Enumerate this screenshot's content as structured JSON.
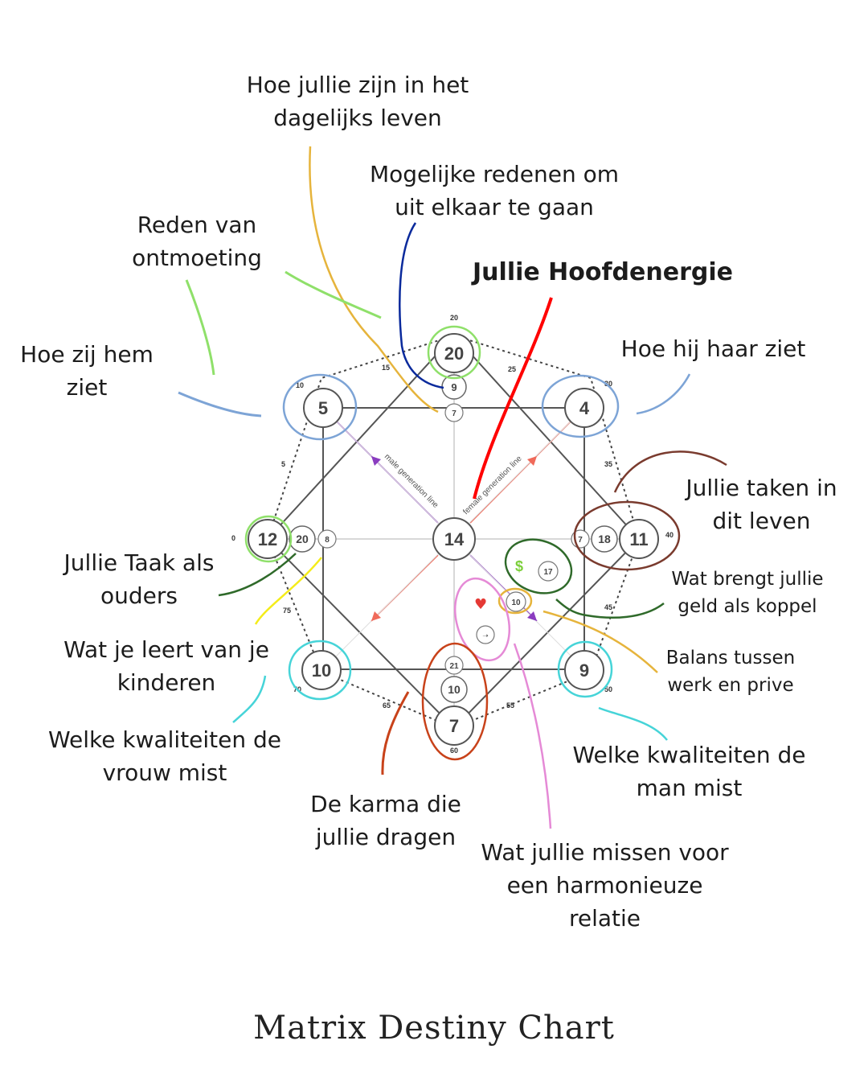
{
  "labels": {
    "daily_life": "Hoe jullie zijn in het\ndagelijks leven",
    "reasons_apart": "Mogelijke redenen om\nuit elkaar te gaan",
    "reason_meeting": "Reden van\nontmoeting",
    "main_energy": "Jullie Hoofdenergie",
    "she_sees_him": "Hoe zij hem\nziet",
    "he_sees_her": "Hoe hij haar ziet",
    "life_tasks": "Jullie taken in\ndit leven",
    "money": "Wat brengt jullie\ngeld als koppel",
    "parent_task": "Jullie Taak als\nouders",
    "learn_children": "Wat je leert van je\nkinderen",
    "balance": "Balans tussen\nwerk en prive",
    "woman_lacks": "Welke kwaliteiten de\nvrouw mist",
    "man_lacks": "Welke kwaliteiten de\nman mist",
    "karma": "De karma die\njullie dragen",
    "harmony": "Wat jullie missen voor\neen harmonieuze\nrelatie"
  },
  "footer": "Matrix Destiny Chart",
  "chart": {
    "center": "14",
    "top": "20",
    "top_inner": "9",
    "top_inner2": "7",
    "left": "12",
    "left_inner": "20",
    "left_inner2": "8",
    "right": "11",
    "right_inner": "18",
    "right_inner2": "7",
    "bottom": "7",
    "bottom_inner": "10",
    "bottom_inner2": "21",
    "top_left": "5",
    "top_right": "4",
    "bottom_left": "10",
    "bottom_right": "9",
    "money_value": "17",
    "balance_value": "10",
    "dollar": "$",
    "heart": "♥",
    "arrow": "➝",
    "male_line": "male generation line",
    "female_line": "female generation line",
    "ages": [
      "0 years old",
      "5 years old",
      "10 years old",
      "15 years old",
      "20 years old",
      "25 years old",
      "30 years old",
      "35 years old",
      "40 years old",
      "45 years old",
      "50 years old",
      "55 years old",
      "60 years old",
      "65 years old",
      "70 years old",
      "75 years old"
    ],
    "age_short": [
      "0",
      "5",
      "10",
      "15",
      "20",
      "25",
      "30",
      "35",
      "40",
      "45",
      "50",
      "55",
      "60",
      "65",
      "70",
      "75"
    ]
  },
  "colors": {
    "green": "#8fe06a",
    "blue": "#7da4d6",
    "orange": "#e6b43c",
    "navy": "#0a2a9c",
    "red": "#ff0000",
    "brown": "#7a3b2e",
    "darkgreen": "#2f6a2a",
    "cyan": "#46d4d8",
    "yellow": "#f4ec1a",
    "pink": "#e58ad6",
    "rust": "#c8421a",
    "purple": "#8a3cc0",
    "linered": "#f06a5a"
  }
}
